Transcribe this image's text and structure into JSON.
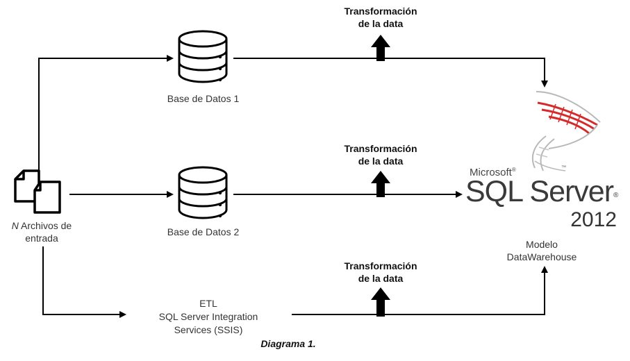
{
  "files": {
    "prefix": "N",
    "label_line1": "Archivos de",
    "label_line2": "entrada"
  },
  "db1": {
    "label": "Base de Datos 1"
  },
  "db2": {
    "label": "Base de Datos 2"
  },
  "etl": {
    "line1": "ETL",
    "line2": "SQL Server Integration",
    "line3": "Services (SSIS)"
  },
  "transform": [
    {
      "line1": "Transformación",
      "line2": "de la data"
    },
    {
      "line1": "Transformación",
      "line2": "de la data"
    },
    {
      "line1": "Transformación",
      "line2": "de la data"
    }
  ],
  "sqlserver": {
    "brand": "Microsoft",
    "product": "SQL Server",
    "version": "2012",
    "reg": "®",
    "tm": "™"
  },
  "target": {
    "line1": "Modelo",
    "line2": "DataWarehouse"
  },
  "caption": "Diagrama 1.",
  "colors": {
    "line": "#000000",
    "logo_red": "#d42a2a",
    "logo_gray": "#b8b8b8"
  },
  "icons": [
    "files-icon",
    "database-icon",
    "sql-server-logo-icon",
    "arrow-up-icon"
  ]
}
